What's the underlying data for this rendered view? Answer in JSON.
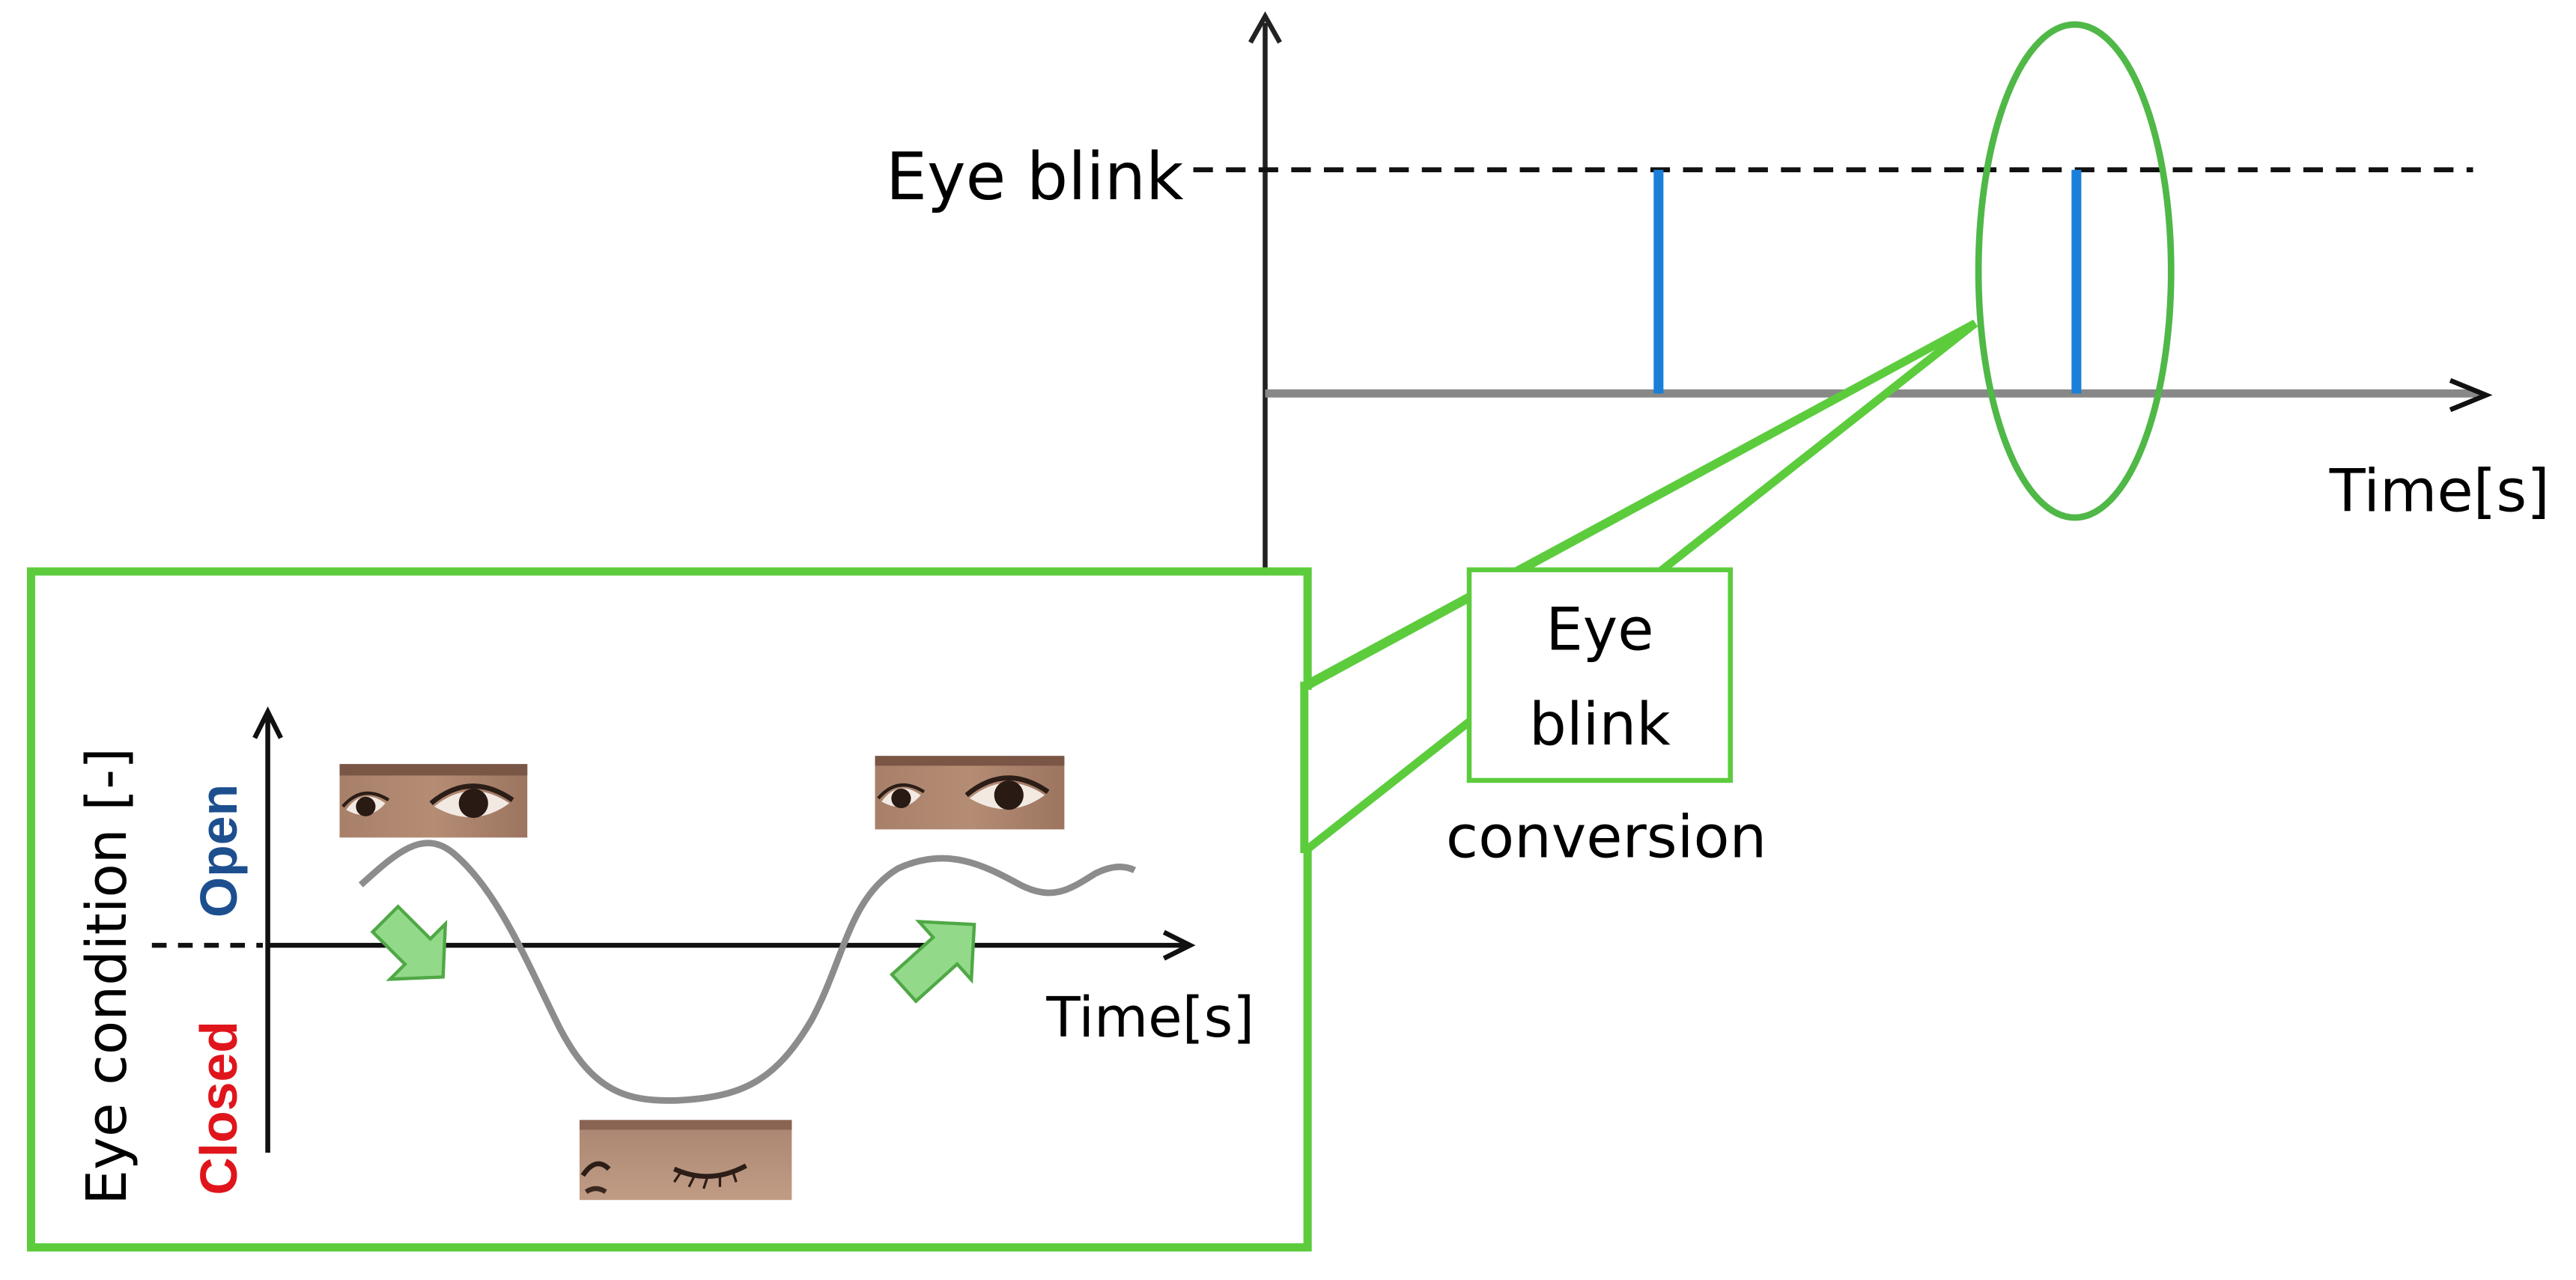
{
  "top_chart": {
    "level_label": "Eye blink",
    "x_axis_label": "Time[s]",
    "blink_events": 2
  },
  "callout": {
    "box_line1": "Eye",
    "box_line2": "blink",
    "caption": "conversion"
  },
  "inset_chart": {
    "y_axis_label": "Eye condition [-]",
    "open_label": "Open",
    "closed_label": "Closed",
    "x_axis_label": "Time[s]"
  },
  "colors": {
    "green": "#5ccc3d",
    "ellipse_green": "#4fb847",
    "blink_blue": "#1a7fd8",
    "open_blue": "#1d4f8f",
    "closed_red": "#e0151c",
    "curve_gray": "#8c8c8c",
    "arrow_fill": "#92d98a",
    "arrow_stroke": "#4fa845"
  }
}
